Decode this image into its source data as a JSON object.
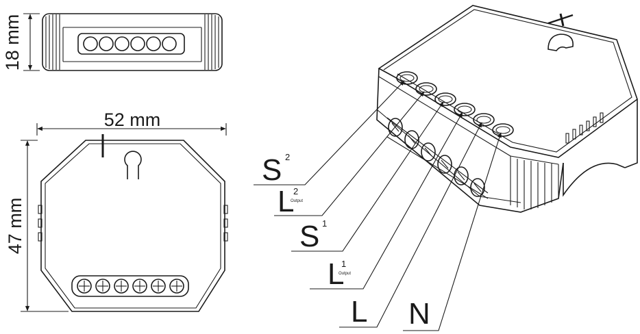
{
  "dimensions": {
    "height_side": "18 mm",
    "width_top": "52 mm",
    "height_top": "47 mm"
  },
  "terminals": [
    {
      "main": "S",
      "sup": "2",
      "sub": ""
    },
    {
      "main": "L",
      "sup": "2",
      "sub": "Output"
    },
    {
      "main": "S",
      "sup": "1",
      "sub": ""
    },
    {
      "main": "L",
      "sup": "1",
      "sub": "Output"
    },
    {
      "main": "L",
      "sup": "",
      "sub": ""
    },
    {
      "main": "N",
      "sup": "",
      "sub": ""
    }
  ]
}
